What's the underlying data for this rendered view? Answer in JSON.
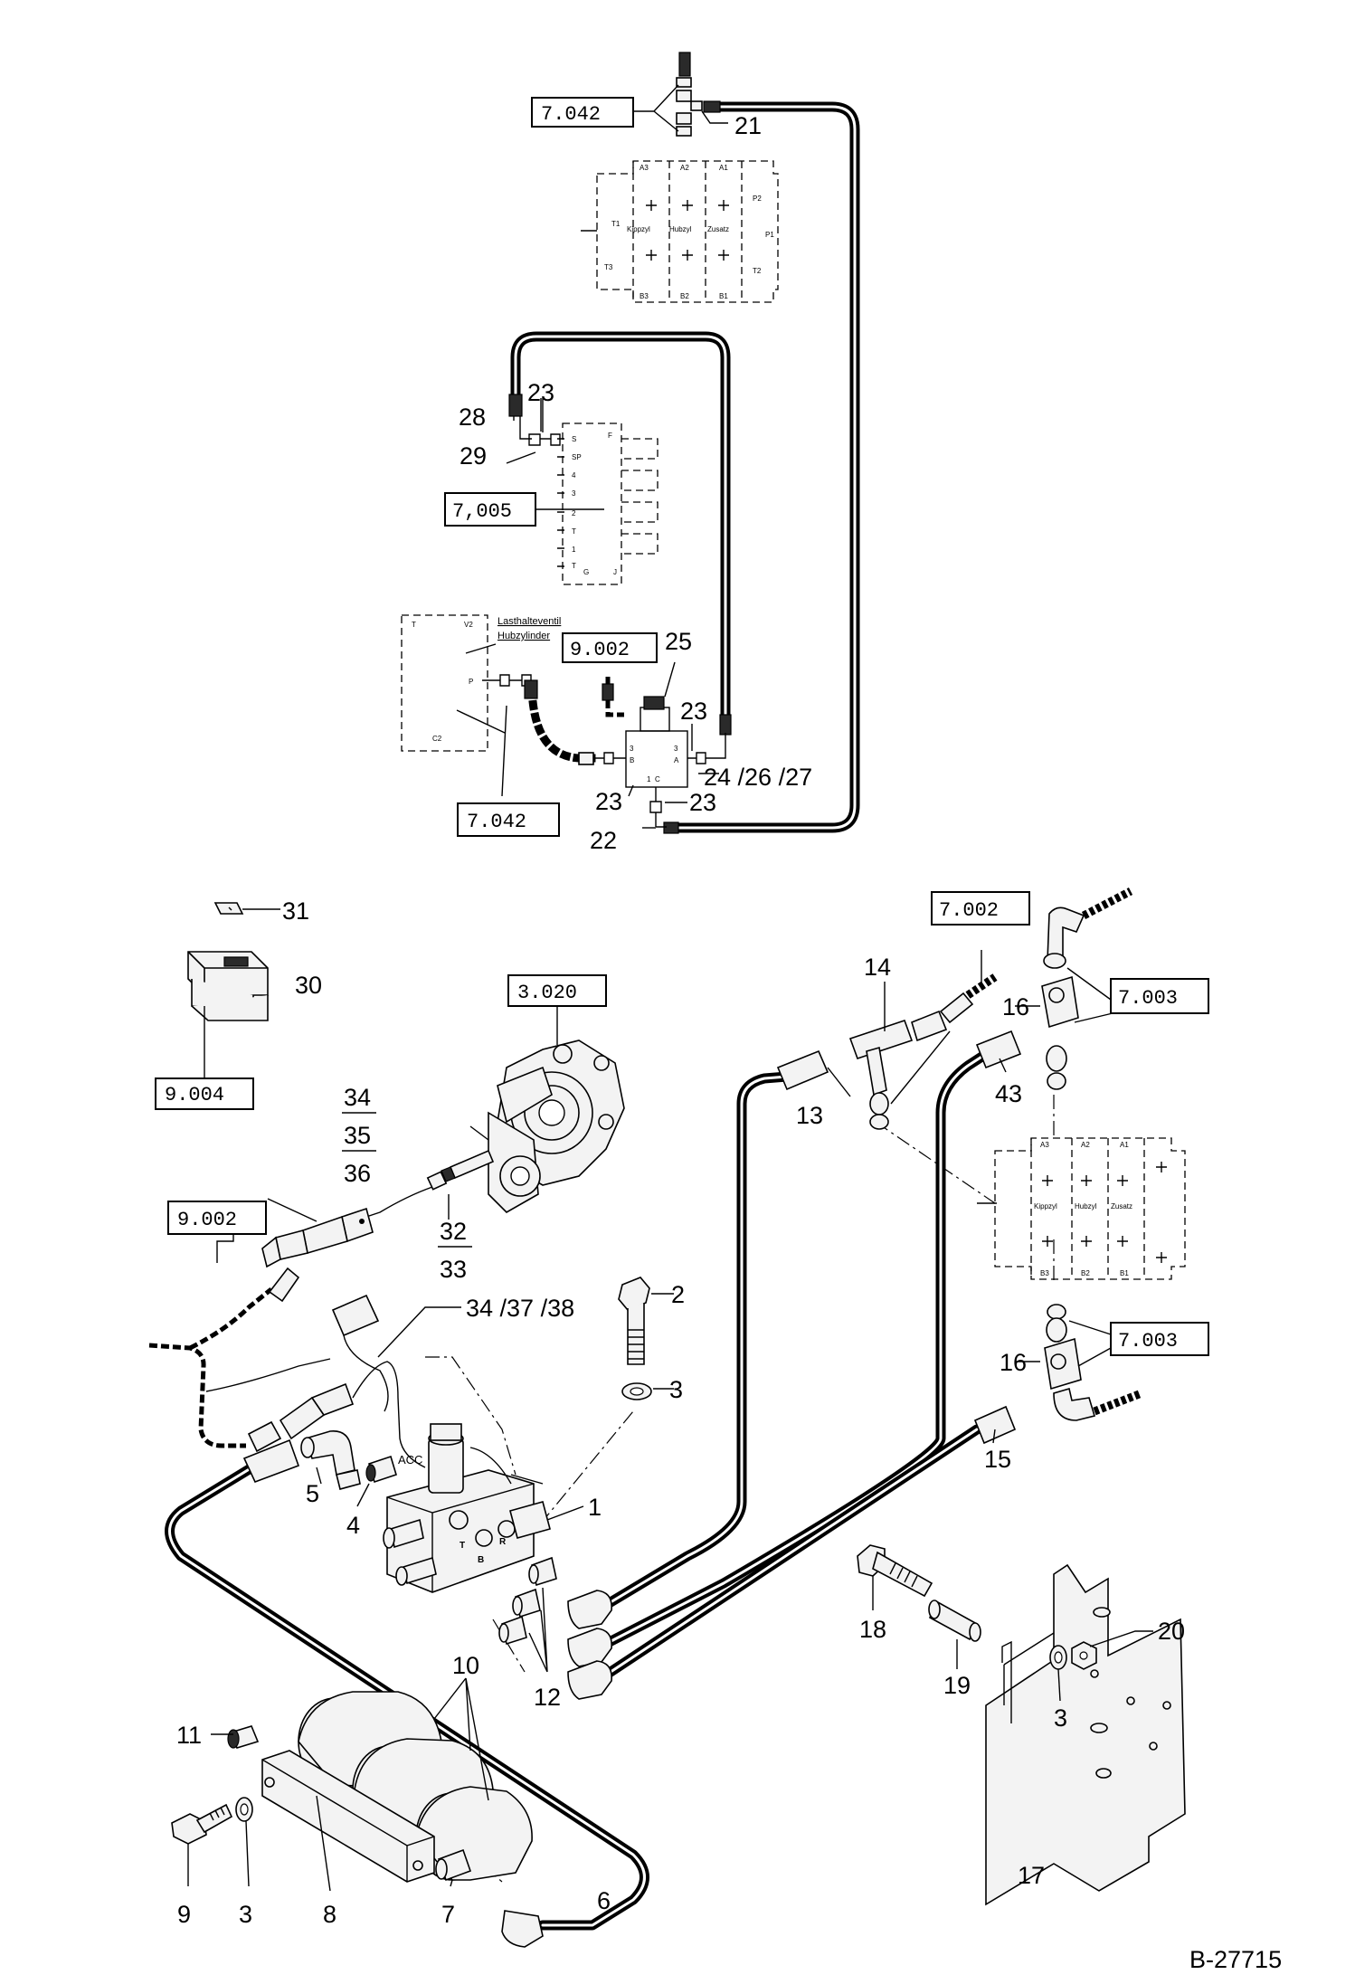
{
  "drawing_id": "B-27715",
  "ref_boxes": {
    "r7042_top": "7.042",
    "r7005": "7,005",
    "r9002_mid": "9.002",
    "r7042_mid": "7.042",
    "r7002": "7.002",
    "r7003_top": "7.003",
    "r3020": "3.020",
    "r9004": "9.004",
    "r9002_left": "9.002",
    "r7003_bot": "7.003"
  },
  "valve_labels": {
    "top_block": [
      "Kippzyl",
      "Hubzyl",
      "Zusatz"
    ],
    "top_ports": [
      "A3",
      "A2",
      "A1",
      "B3",
      "B2",
      "B1",
      "T1",
      "T2",
      "P2",
      "P1",
      "T3"
    ],
    "right_block": [
      "Kippzyl",
      "Hubzyl",
      "Zusatz"
    ],
    "pilot_ports": [
      "S",
      "SP",
      "4",
      "3",
      "2",
      "T",
      "1",
      "T",
      "G",
      "J",
      "F"
    ],
    "load_valve_note": [
      "Lasthalteventil",
      "Hubzylinder"
    ],
    "load_valve_ports": [
      "T",
      "V2",
      "P",
      "C2"
    ],
    "solenoid_ports": [
      "3",
      "B",
      "3",
      "A",
      "1",
      "C"
    ],
    "acc": "ACC",
    "block_ports": [
      "T",
      "B",
      "R"
    ]
  },
  "callouts": {
    "c21": "21",
    "c23a": "23",
    "c28": "28",
    "c29": "29",
    "c25": "25",
    "c23b": "23",
    "c24": "24 /26 /27",
    "c23c": "23",
    "c23d": "23",
    "c22": "22",
    "c31": "31",
    "c30": "30",
    "c14": "14",
    "c16a": "16",
    "c13": "13",
    "c43": "43",
    "c34": "34",
    "c35": "35",
    "c36": "36",
    "c32": "32",
    "c33": "33",
    "c2": "2",
    "c3a": "3",
    "c3438": "34 /37 /38",
    "c16b": "16",
    "c15": "15",
    "c1": "1",
    "c5": "5",
    "c4": "4",
    "c12": "12",
    "c10": "10",
    "c11": "11",
    "c18": "18",
    "c19": "19",
    "c20": "20",
    "c3b": "3",
    "c17": "17",
    "c9": "9",
    "c3c": "3",
    "c8": "8",
    "c7": "7",
    "c6": "6"
  }
}
